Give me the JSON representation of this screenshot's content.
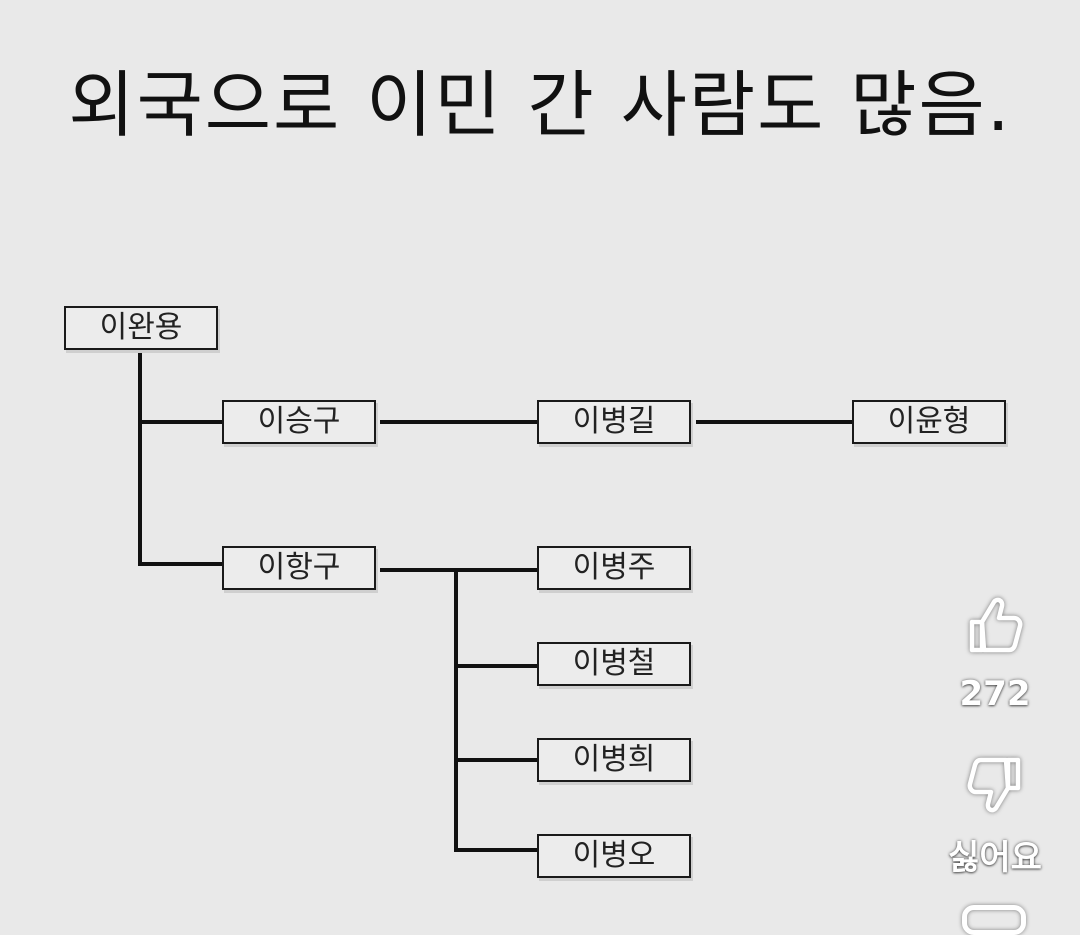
{
  "headline": "외국으로 이민 간 사람도 많음.",
  "family_tree": {
    "root": "이완용",
    "sons": [
      "이승구",
      "이항구"
    ],
    "grandsons": [
      "이병길",
      "이병주",
      "이병철",
      "이병희",
      "이병오"
    ],
    "great_grandson": "이윤형"
  },
  "actions": {
    "like_icon": "thumbs-up-icon",
    "like_count": "272",
    "dislike_icon": "thumbs-down-icon",
    "dislike_label": "싫어요",
    "comment_icon": "comment-icon"
  },
  "colors": {
    "background": "#e9e9e9",
    "lines": "#111111",
    "overlay_text": "#ffffff"
  }
}
